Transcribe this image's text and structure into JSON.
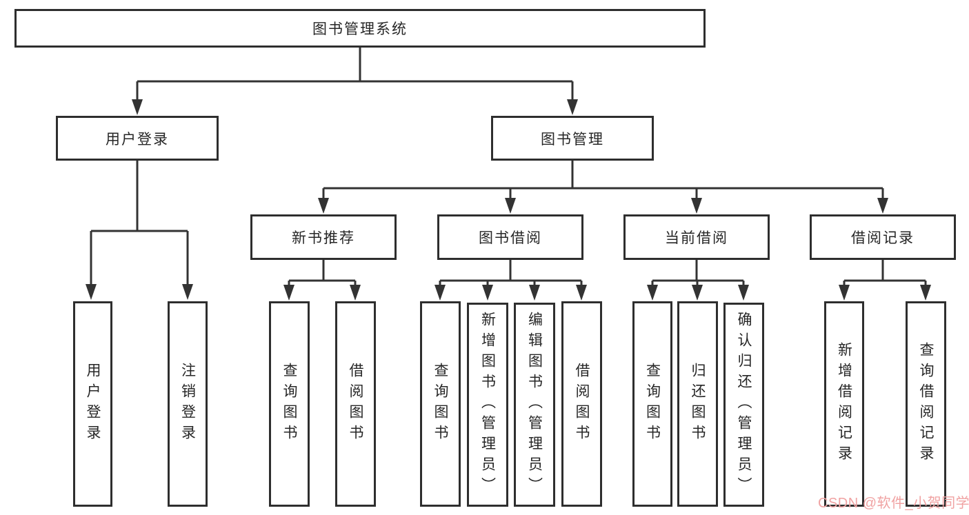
{
  "diagram_type": "hierarchy-tree",
  "tree": {
    "label": "图书管理系统",
    "children": [
      {
        "label": "用户登录",
        "children": [
          {
            "label": "用户登录"
          },
          {
            "label": "注销登录"
          }
        ]
      },
      {
        "label": "图书管理",
        "children": [
          {
            "label": "新书推荐",
            "children": [
              {
                "label": "查询图书"
              },
              {
                "label": "借阅图书"
              }
            ]
          },
          {
            "label": "图书借阅",
            "children": [
              {
                "label": "查询图书"
              },
              {
                "label": "新增图书（管理员）"
              },
              {
                "label": "编辑图书（管理员）"
              },
              {
                "label": "借阅图书"
              }
            ]
          },
          {
            "label": "当前借阅",
            "children": [
              {
                "label": "查询图书"
              },
              {
                "label": "归还图书"
              },
              {
                "label": "确认归还（管理员）"
              }
            ]
          },
          {
            "label": "借阅记录",
            "children": [
              {
                "label": "新增借阅记录"
              },
              {
                "label": "查询借阅记录"
              }
            ]
          }
        ]
      }
    ]
  },
  "watermark": {
    "text": "CSDN @软件_小贺同学",
    "color": "#f0a2a2"
  },
  "colors": {
    "background": "#ffffff",
    "box_border": "#2e2e2e",
    "connector_line": "#333333",
    "text": "#262626"
  }
}
